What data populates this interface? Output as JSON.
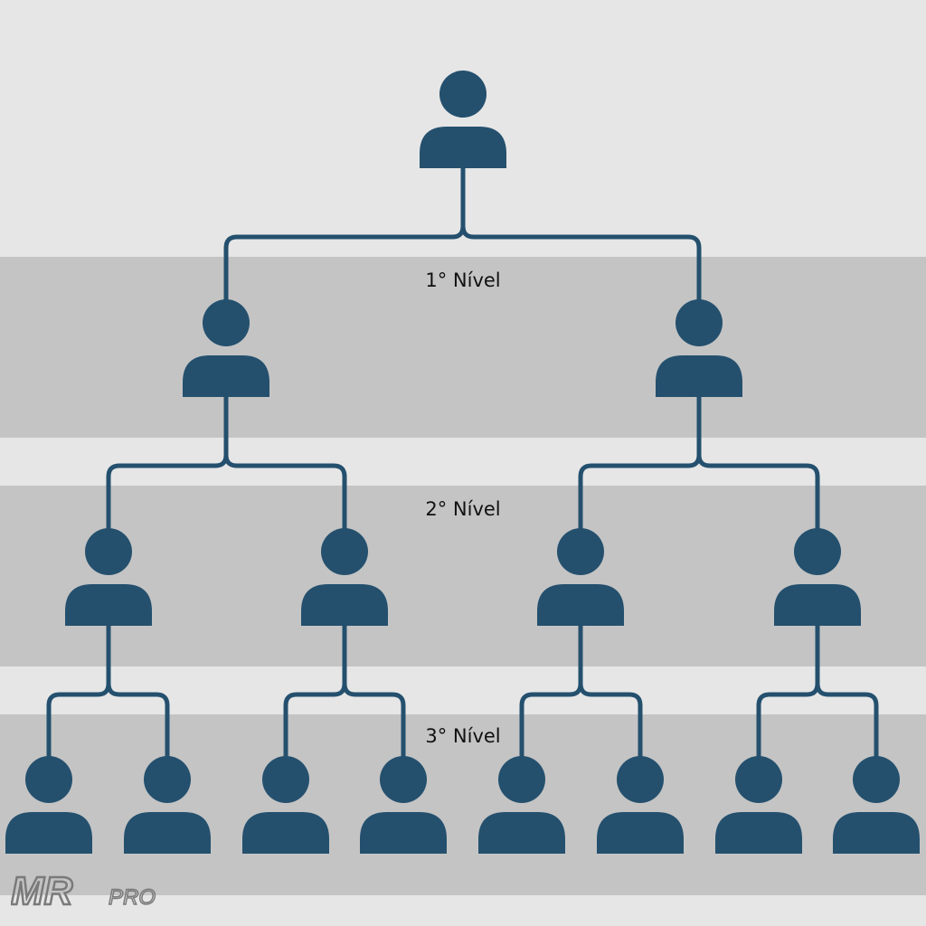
{
  "levels": [
    {
      "label": "1° Nível"
    },
    {
      "label": "2° Nível"
    },
    {
      "label": "3° Nível"
    }
  ],
  "colors": {
    "node": "#24506e",
    "connector": "#24506e",
    "background": "#e6e6e6",
    "band": "#c4c4c4",
    "logo": "#7a7a7a"
  },
  "logo": {
    "main": "MR",
    "sub": "PRO"
  }
}
